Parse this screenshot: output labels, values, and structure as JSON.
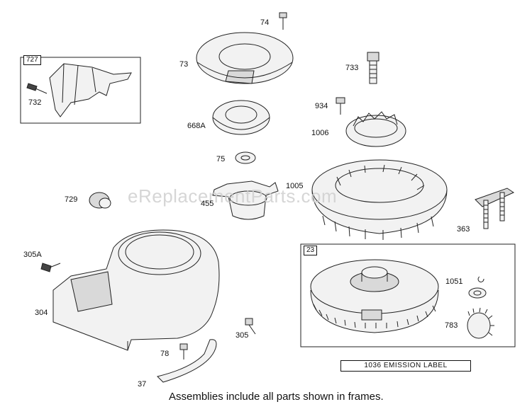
{
  "diagram": {
    "watermark": "eReplacementParts.com",
    "caption": "Assemblies include all parts shown in frames.",
    "emission_label": "1036 EMISSION LABEL",
    "frames": [
      {
        "id": "frame-727",
        "label": "727"
      },
      {
        "id": "frame-23",
        "label": "23"
      }
    ],
    "parts": {
      "p74": "74",
      "p73": "73",
      "p733": "733",
      "p727": "727",
      "p732": "732",
      "p668A": "668A",
      "p934": "934",
      "p1006": "1006",
      "p75": "75",
      "p1005": "1005",
      "p729": "729",
      "p455": "455",
      "p363": "363",
      "p305A": "305A",
      "p23": "23",
      "p1051": "1051",
      "p304": "304",
      "p305": "305",
      "p783": "783",
      "p78": "78",
      "p37": "37"
    }
  }
}
